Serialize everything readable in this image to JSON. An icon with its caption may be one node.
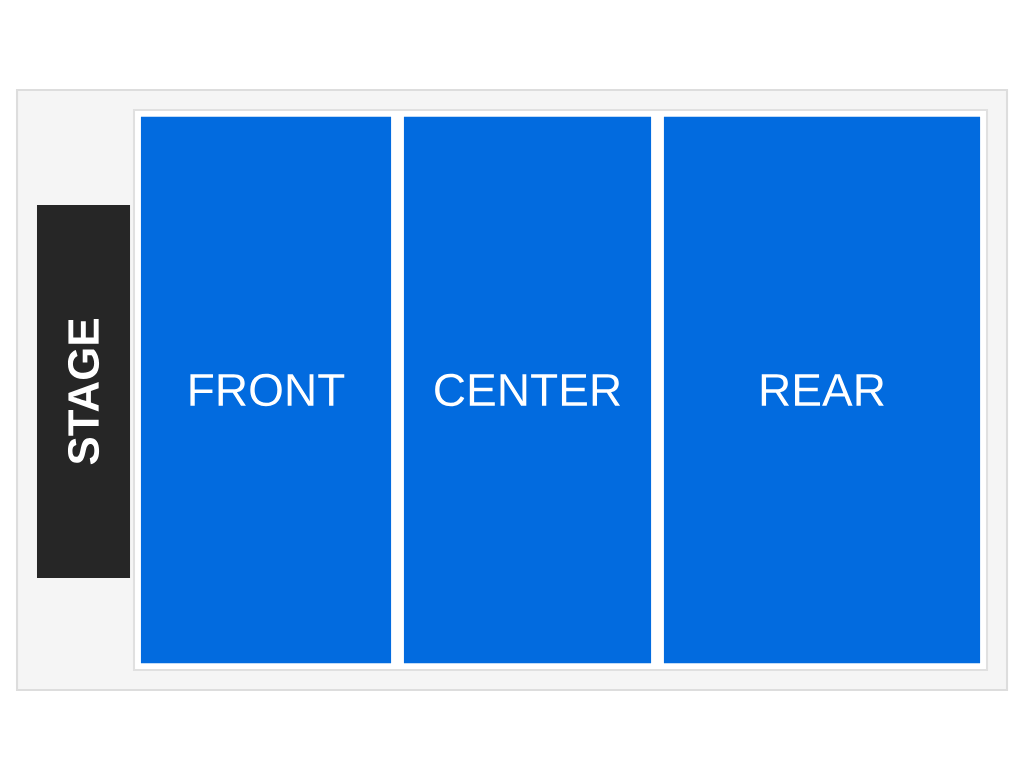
{
  "diagram": {
    "nodes": [
      {
        "text": [
          "STAGE"
        ]
      },
      {
        "text": [
          "FRONT"
        ]
      },
      {
        "text": [
          "CENTER"
        ]
      },
      {
        "text": [
          "REAR"
        ]
      }
    ]
  }
}
